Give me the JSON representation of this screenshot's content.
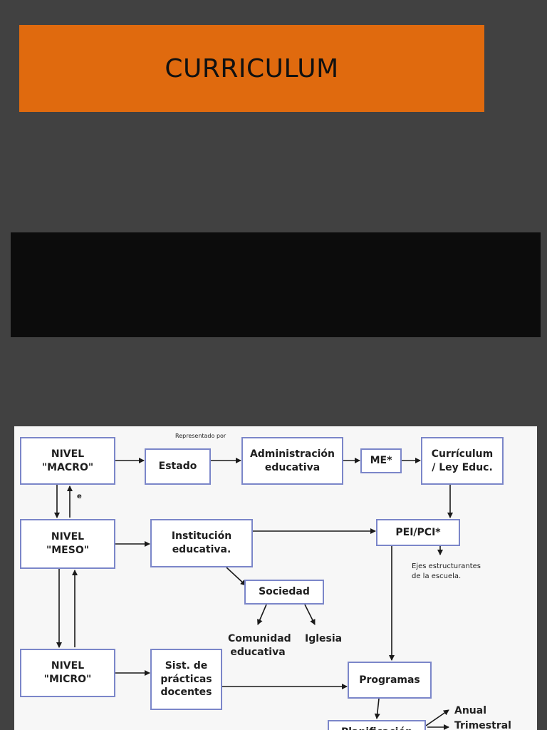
{
  "slide": {
    "title": "CURRICULUM"
  },
  "diagram": {
    "nodes": {
      "nivel_macro": "NIVEL\n\"MACRO\"",
      "estado": "Estado",
      "administracion": "Administración\neducativa",
      "me": "ME*",
      "curriculum": "Currículum\n/ Ley Educ.",
      "nivel_meso": "NIVEL\n\"MESO\"",
      "institucion": "Institución\neducativa.",
      "pei": "PEI/PCI*",
      "sociedad": "Sociedad",
      "nivel_micro": "NIVEL\n\"MICRO\"",
      "sist_practicas": "Sist. de\nprácticas\ndocentes",
      "programas": "Programas",
      "planificacion": "Planificación"
    },
    "labels": {
      "representado_por": "Representado por",
      "e_mark": "e",
      "ejes": "Ejes  estructurantes\nde la escuela.",
      "comunidad": "Comunidad\neducativa",
      "iglesia": "Iglesia",
      "anual": "Anual",
      "trimestral": "Trimestral"
    },
    "colors": {
      "box_border": "#7b86c9",
      "arrow": "#1a1a1a"
    }
  }
}
